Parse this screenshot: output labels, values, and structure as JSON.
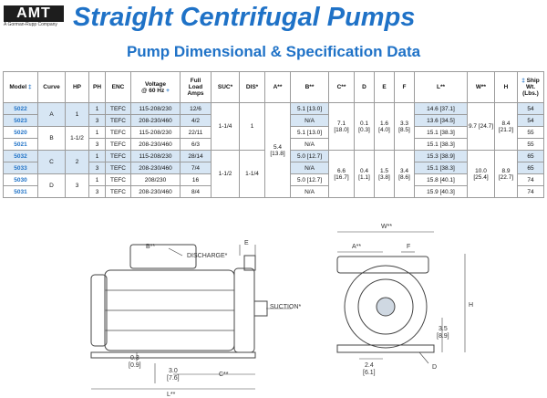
{
  "header": {
    "logo_text": "AMT",
    "logo_subtitle": "A Gorman-Rupp Company",
    "title": "Straight Centrifugal Pumps"
  },
  "subtitle": "Pump Dimensional & Specification Data",
  "table": {
    "columns": {
      "model": "Model",
      "model_mark": "‡",
      "curve": "Curve",
      "hp": "HP",
      "ph": "PH",
      "enc": "ENC",
      "voltage_l1": "Voltage",
      "voltage_l2": "@ 60 Hz",
      "voltage_mark": "+",
      "amps_l1": "Full",
      "amps_l2": "Load",
      "amps_l3": "Amps",
      "suc": "SUC*",
      "dis": "DIS*",
      "a": "A**",
      "b": "B**",
      "c": "C**",
      "d": "D",
      "e": "E",
      "f": "F",
      "l": "L**",
      "w": "W**",
      "h": "H",
      "ship_mark": "‡",
      "ship_l1": "Ship Wt.",
      "ship_l2": "(Lbs.)"
    },
    "rows": [
      {
        "model": "5022",
        "ph": "1",
        "enc": "TEFC",
        "voltage": "115-208/230",
        "amps": "12/6",
        "b": "5.1 [13.0]",
        "l": "14.6 [37.1]",
        "ship": "54"
      },
      {
        "model": "5023",
        "ph": "3",
        "enc": "TEFC",
        "voltage": "208-230/460",
        "amps": "4/2",
        "b": "N/A",
        "l": "13.6 [34.5]",
        "ship": "54"
      },
      {
        "model": "5020",
        "ph": "1",
        "enc": "TEFC",
        "voltage": "115-208/230",
        "amps": "22/11",
        "b": "5.1 [13.0]",
        "l": "15.1 [38.3]",
        "ship": "55"
      },
      {
        "model": "5021",
        "ph": "3",
        "enc": "TEFC",
        "voltage": "208-230/460",
        "amps": "6/3",
        "b": "N/A",
        "l": "15.1 [38.3]",
        "ship": "55"
      },
      {
        "model": "5032",
        "ph": "1",
        "enc": "TEFC",
        "voltage": "115-208/230",
        "amps": "28/14",
        "b": "5.0 [12.7]",
        "l": "15.3 [38.9]",
        "ship": "65"
      },
      {
        "model": "5033",
        "ph": "3",
        "enc": "TEFC",
        "voltage": "208-230/460",
        "amps": "7/4",
        "b": "N/A",
        "l": "15.1 [38.3]",
        "ship": "65"
      },
      {
        "model": "5030",
        "ph": "1",
        "enc": "TEFC",
        "voltage": "208/230",
        "amps": "16",
        "b": "5.0 [12.7]",
        "l": "15.8 [40.1]",
        "ship": "74"
      },
      {
        "model": "5031",
        "ph": "3",
        "enc": "TEFC",
        "voltage": "208-230/460",
        "amps": "8/4",
        "b": "N/A",
        "l": "15.9 [40.3]",
        "ship": "74"
      }
    ],
    "groups": [
      {
        "curve": "A",
        "hp": "1"
      },
      {
        "curve": "B",
        "hp": "1-1/2"
      },
      {
        "curve": "C",
        "hp": "2"
      },
      {
        "curve": "D",
        "hp": "3"
      }
    ],
    "pairs": [
      {
        "c": "7.1 [18.0]",
        "d": "0.1 [0.3]",
        "e": "1.6 [4.0]",
        "f": "3.3 [8.5]",
        "w": "9.7 [24.7]",
        "h": "8.4 [21.2]",
        "suc": "1-1/4",
        "dis": "1"
      },
      {
        "c": "6.6 [16.7]",
        "d": "0.4 [1.1]",
        "e": "1.5 [3.8]",
        "f": "3.4 [8.6]",
        "w": "10.0 [25.4]",
        "h": "8.9 [22.7]",
        "suc": "1-1/2",
        "dis": "1-1/4"
      }
    ],
    "a_all": "5.4 [13.8]"
  },
  "diagram": {
    "b": "B**",
    "discharge": "DISCHARGE*",
    "e": "E",
    "suction": "SUCTION*",
    "dim_03": "0.3",
    "dim_03_mm": "[0.9]",
    "dim_30": "3.0",
    "dim_30_mm": "[7.6]",
    "c": "C**",
    "l": "L**",
    "w": "W**",
    "a": "A**",
    "f": "F",
    "h": "H",
    "dim_35": "3.5",
    "dim_35_mm": "[8.9]",
    "dim_24": "2.4",
    "dim_24_mm": "[6.1]",
    "d": "D",
    "colors": {
      "accent": "#1f72c7",
      "shade": "#d7e6f4"
    }
  }
}
